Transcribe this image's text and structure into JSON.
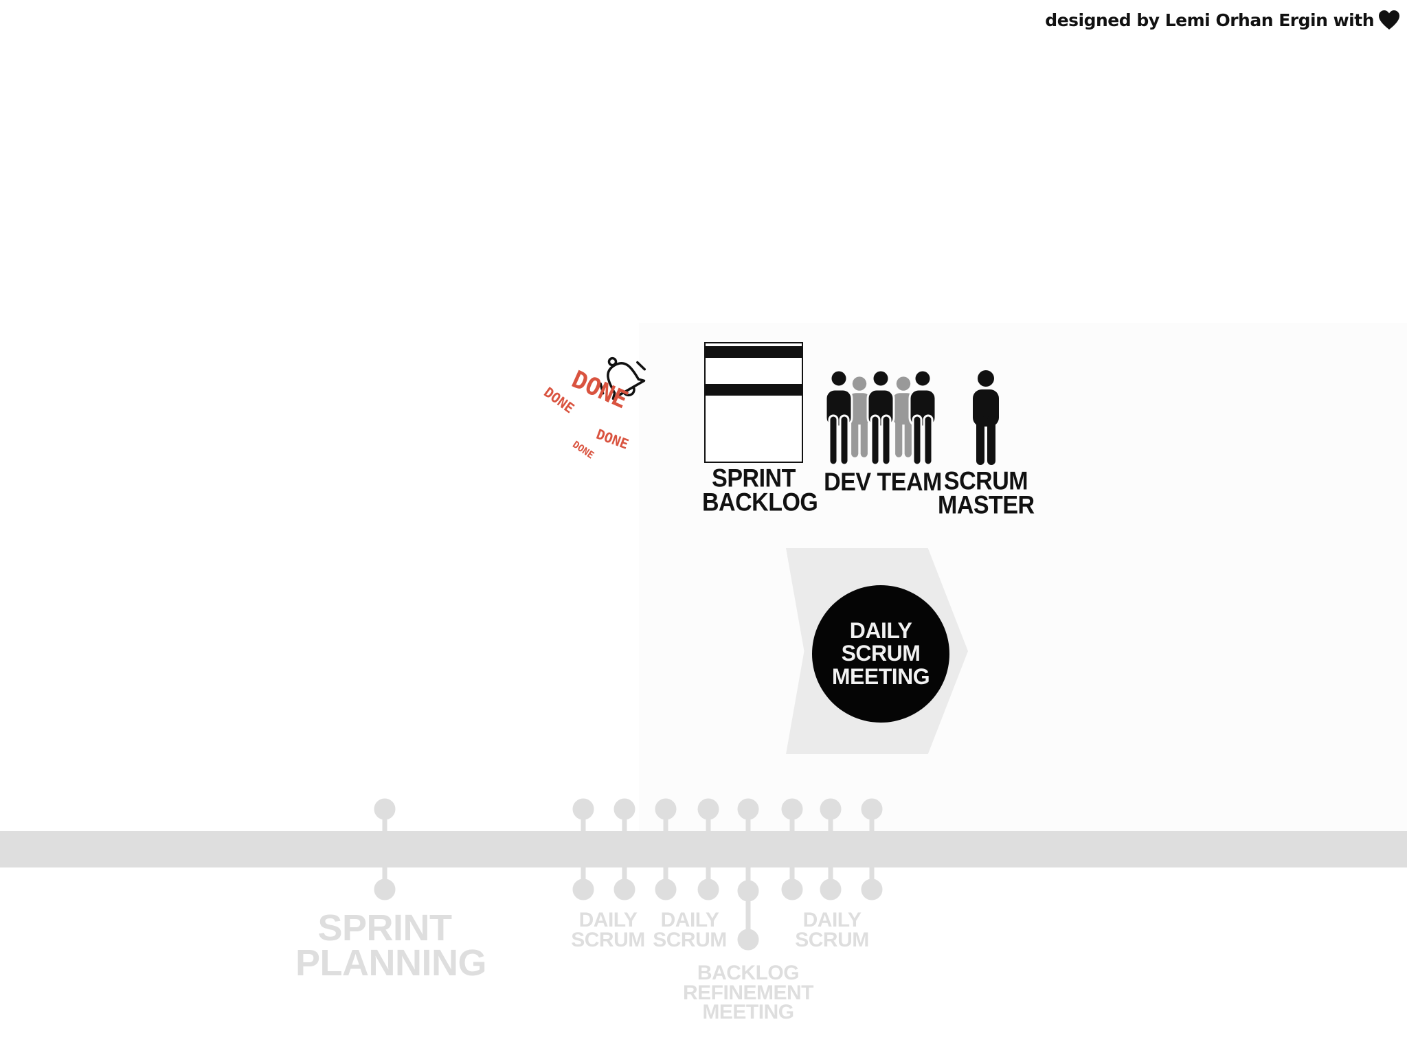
{
  "credit": {
    "text": "designed by Lemi Orhan Ergin with"
  },
  "bell": {
    "stamps": [
      "DONE",
      "DONE",
      "DONE",
      "DONE"
    ]
  },
  "sprint_backlog": {
    "lines": [
      "SPRINT",
      "BACKLOG"
    ]
  },
  "dev_team": {
    "lines": [
      "DEV TEAM"
    ]
  },
  "scrum_master": {
    "lines": [
      "SCRUM",
      "MASTER"
    ]
  },
  "daily_scrum_meeting": {
    "lines": [
      "DAILY",
      "SCRUM",
      "MEETING"
    ]
  },
  "timeline": {
    "sprint_planning": [
      "SPRINT",
      "PLANNING"
    ],
    "daily_scrum_1": [
      "DAILY",
      "SCRUM"
    ],
    "daily_scrum_2": [
      "DAILY",
      "SCRUM"
    ],
    "daily_scrum_3": [
      "DAILY",
      "SCRUM"
    ],
    "backlog_refinement": [
      "BACKLOG",
      "REFINEMENT",
      "MEETING"
    ]
  },
  "colors": {
    "accent_red": "#d9533f",
    "dark": "#111111",
    "faint": "#dedede",
    "chevron": "#ebebeb"
  }
}
